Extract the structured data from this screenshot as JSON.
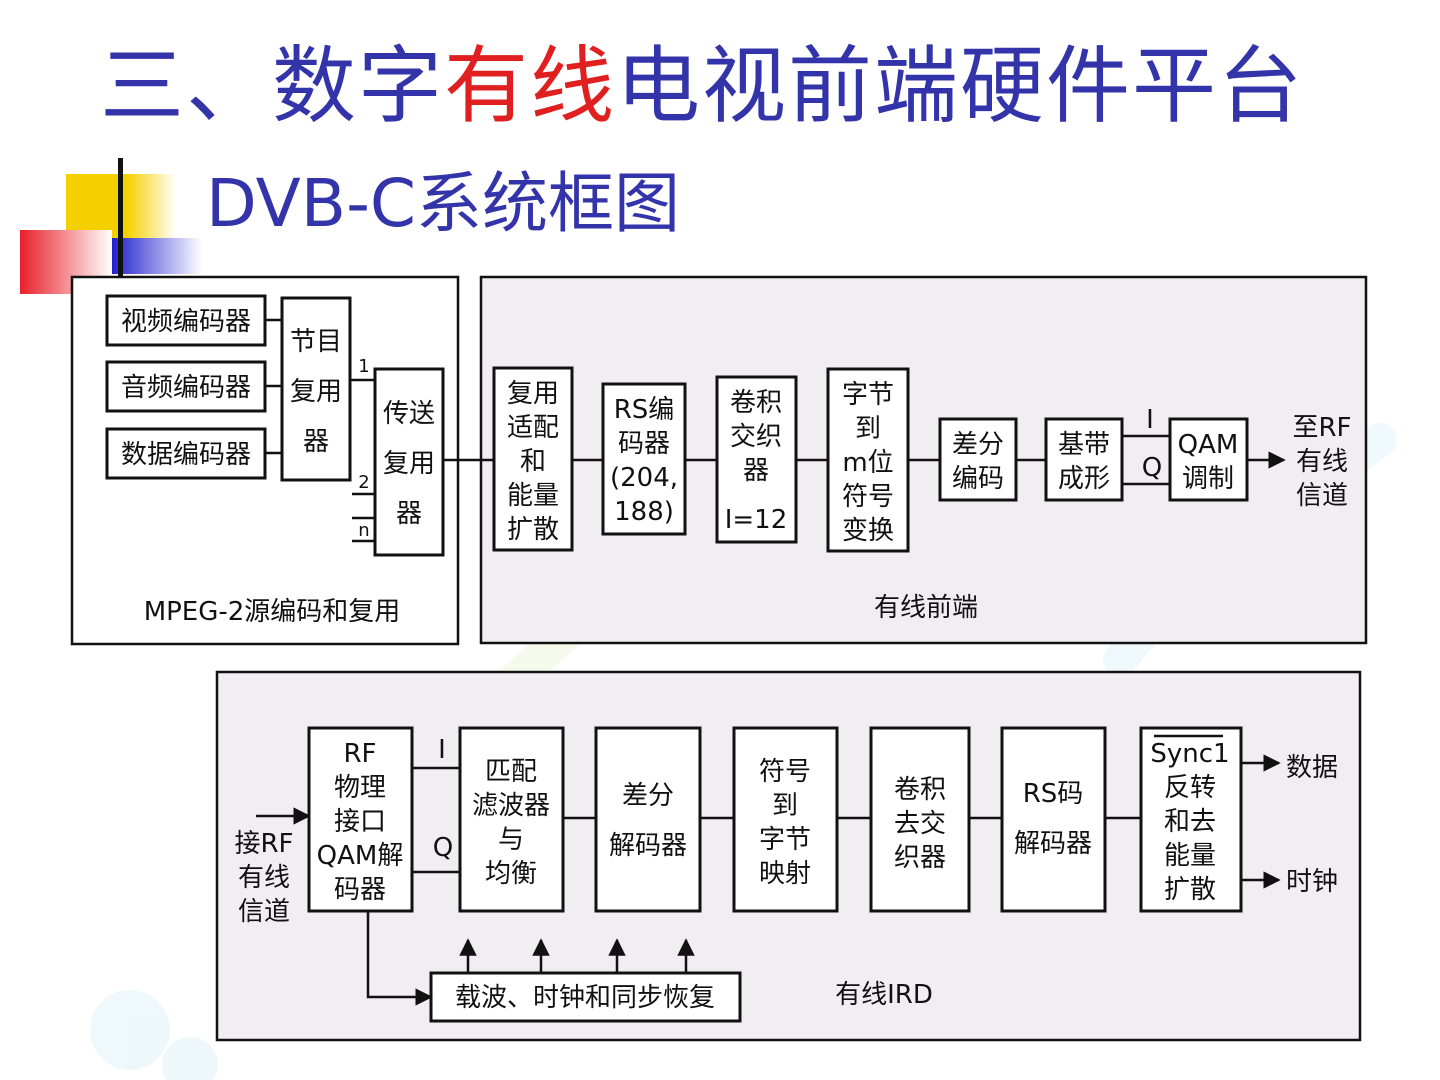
{
  "title": {
    "part1": "三、数字",
    "part_red": "有线",
    "part2": "电视前端硬件平台"
  },
  "subtitle": "DVB-C系统框图",
  "colors": {
    "title_blue": "#3333aa",
    "title_red": "#e02020",
    "panel_gray": "#f1eef2",
    "deco_yellow": "#f5d000",
    "deco_red": "#e8202a",
    "deco_blue": "#2222cc"
  },
  "source_panel": {
    "label": "MPEG-2源编码和复用",
    "video_encoder": "视频编码器",
    "audio_encoder": "音频编码器",
    "data_encoder": "数据编码器",
    "program_mux": [
      "节目",
      "复用",
      "器"
    ],
    "transport_mux": [
      "传送",
      "复用",
      "器"
    ],
    "port_labels": [
      "1",
      "2",
      "n"
    ]
  },
  "headend_panel": {
    "label": "有线前端",
    "blocks": [
      [
        "复用",
        "适配",
        "和",
        "能量",
        "扩散"
      ],
      [
        "RS编",
        "码器",
        "(204,",
        "188)"
      ],
      [
        "卷积",
        "交织",
        "器",
        "I=12"
      ],
      [
        "字节",
        "到",
        "m位",
        "符号",
        "变换"
      ],
      [
        "差分",
        "编码"
      ],
      [
        "基带",
        "成形"
      ],
      [
        "QAM",
        "调制"
      ]
    ],
    "iq_labels": [
      "I",
      "Q"
    ],
    "output": [
      "至RF",
      "有线",
      "信道"
    ]
  },
  "ird_panel": {
    "label": "有线IRD",
    "input": [
      "接RF",
      "有线",
      "信道"
    ],
    "blocks": [
      [
        "RF",
        "物理",
        "接口",
        "QAM解",
        "码器"
      ],
      [
        "匹配",
        "滤波器",
        "与",
        "均衡"
      ],
      [
        "差分",
        "解码器"
      ],
      [
        "符号",
        "到",
        "字节",
        "映射"
      ],
      [
        "卷积",
        "去交",
        "织器"
      ],
      [
        "RS码",
        "解码器"
      ],
      [
        "Sync1",
        "反转",
        "和去",
        "能量",
        "扩散"
      ]
    ],
    "iq_labels": [
      "I",
      "Q"
    ],
    "recovery": "载波、时钟和同步恢复",
    "outputs": [
      "数据",
      "时钟"
    ]
  }
}
